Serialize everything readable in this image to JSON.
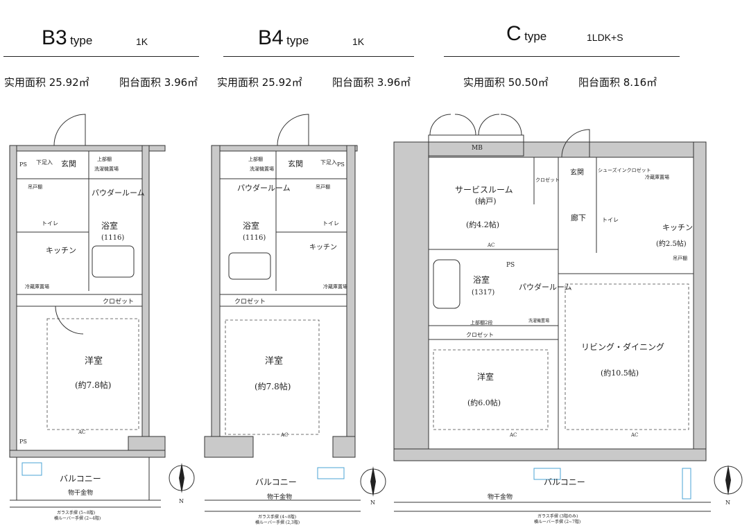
{
  "units": [
    {
      "code": "B3",
      "type_word": "type",
      "layout": "1K",
      "usable_area": "实用面积 25.92㎡",
      "balcony_area": "阳台面积 3.96㎡",
      "rooms": {
        "entrance": "玄関",
        "shoe": "下足入",
        "ps": "PS",
        "shelf": "上部棚",
        "washer": "洗濯機置場",
        "cabinet": "吊戸棚",
        "powder": "パウダールーム",
        "toilet": "トイレ",
        "bath": "浴室",
        "bath_size": "(1116)",
        "kitchen": "キッチン",
        "fridge": "冷蔵庫置場",
        "closet": "クロゼット",
        "western": "洋室",
        "western_size": "(約7.8帖)",
        "ac": "AC",
        "balcony": "バルコニー",
        "dryer": "物干金物",
        "rail1": "ガラス手摺 (5~8階)",
        "rail2": "横ルーバー手摺 (2~4階)",
        "north": "N"
      }
    },
    {
      "code": "B4",
      "type_word": "type",
      "layout": "1K",
      "usable_area": "实用面积 25.92㎡",
      "balcony_area": "阳台面积 3.96㎡",
      "rooms": {
        "entrance": "玄関",
        "shoe": "下足入",
        "ps": "PS",
        "shelf": "上部棚",
        "washer": "洗濯機置場",
        "cabinet": "吊戸棚",
        "powder": "パウダールーム",
        "toilet": "トイレ",
        "bath": "浴室",
        "bath_size": "(1116)",
        "kitchen": "キッチン",
        "fridge": "冷蔵庫置場",
        "closet": "クロゼット",
        "western": "洋室",
        "western_size": "(約7.8帖)",
        "ac": "AC",
        "balcony": "バルコニー",
        "dryer": "物干金物",
        "rail1": "ガラス手摺 (4~8階)",
        "rail2": "横ルーバー手摺 (2,3階)",
        "north": "N"
      }
    },
    {
      "code": "C",
      "type_word": "type",
      "layout": "1LDK+S",
      "usable_area": "实用面积 50.50㎡",
      "balcony_area": "阳台面积 8.16㎡",
      "rooms": {
        "mb": "MB",
        "entrance": "玄関",
        "shoe_closet": "シューズインクロゼット",
        "fridge": "冷蔵庫置場",
        "closet": "クロゼット",
        "service": "サービスルーム",
        "service_sub": "(納戸)",
        "service_size": "(約4.2帖)",
        "hall": "廊下",
        "toilet": "トイレ",
        "kitchen": "キッチン",
        "kitchen_size": "(約2.5帖)",
        "cabinet": "吊戸棚",
        "ac": "AC",
        "ps": "PS",
        "bath": "浴室",
        "bath_size": "(1317)",
        "powder": "パウダールーム",
        "washer": "洗濯機置場",
        "shelf2": "上部棚2段",
        "western": "洋室",
        "western_size": "(約6.0帖)",
        "living": "リビング・ダイニング",
        "living_size": "(約10.5帖)",
        "balcony": "バルコニー",
        "dryer": "物干金物",
        "rail1": "ガラス手摺 (3階のみ)",
        "rail2": "横ルーバー手摺 (2~7階)",
        "north": "N"
      }
    }
  ]
}
